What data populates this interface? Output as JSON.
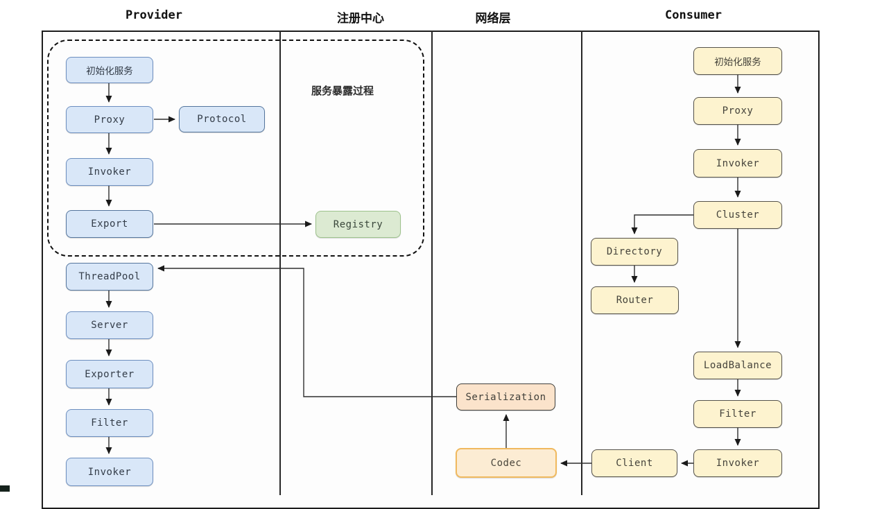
{
  "headers": {
    "provider": "Provider",
    "registry": "注册中心",
    "network": "网络层",
    "consumer": "Consumer"
  },
  "annotations": {
    "expose_process": "服务暴露过程"
  },
  "provider": {
    "init": "初始化服务",
    "proxy": "Proxy",
    "protocol": "Protocol",
    "invoker": "Invoker",
    "export": "Export",
    "threadpool": "ThreadPool",
    "server": "Server",
    "exporter": "Exporter",
    "filter": "Filter",
    "invoker2": "Invoker"
  },
  "registry_col": {
    "registry": "Registry"
  },
  "network_col": {
    "serialization": "Serialization",
    "codec": "Codec"
  },
  "consumer": {
    "init": "初始化服务",
    "proxy": "Proxy",
    "invoker": "Invoker",
    "cluster": "Cluster",
    "directory": "Directory",
    "router": "Router",
    "loadbalance": "LoadBalance",
    "filter": "Filter",
    "invoker2": "Invoker",
    "client": "Client"
  },
  "colors": {
    "provider_fill": "#d9e7f8",
    "provider_border": "#6c8ebf",
    "consumer_fill": "#fdf3cf",
    "consumer_border": "#55524a",
    "registry_fill": "#dcead2",
    "registry_border": "#9dc28c",
    "serialization_fill": "#fbe3cb",
    "serialization_border": "#3f3f3b",
    "codec_fill": "#fcecd3",
    "codec_border": "#f0b95e",
    "line": "#2e2e2e",
    "frame": "#1c1c1c"
  }
}
